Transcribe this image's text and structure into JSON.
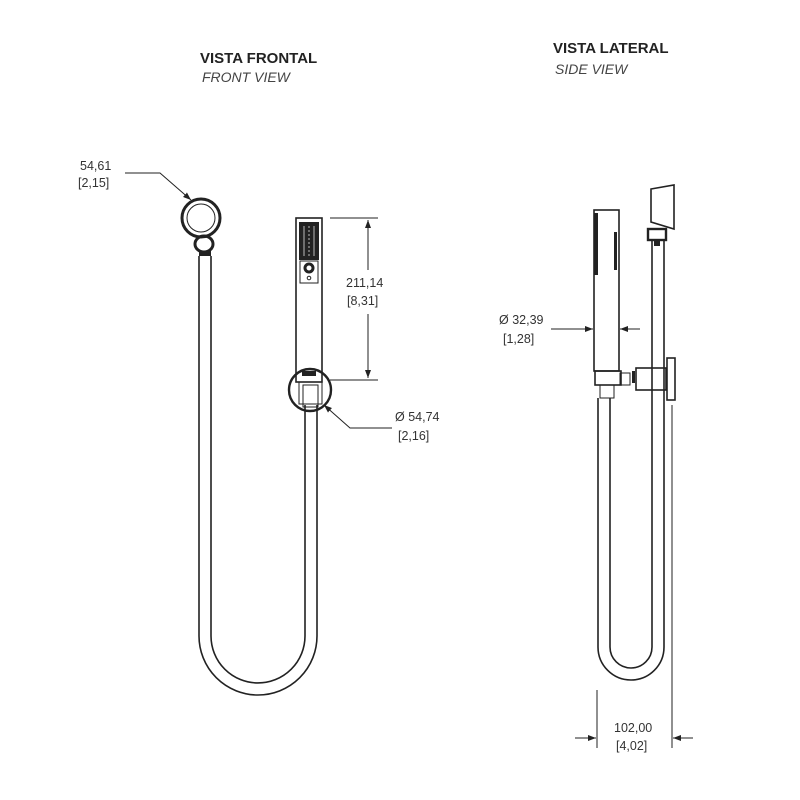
{
  "front": {
    "title": "VISTA FRONTAL",
    "subtitle": "FRONT VIEW",
    "ring_dim": {
      "mm": "54,61",
      "in": "[2,15]"
    },
    "length_dim": {
      "mm": "211,14",
      "in": "[8,31]"
    },
    "holder_dim": {
      "mm": "Ø 54,74",
      "in": "[2,16]"
    }
  },
  "side": {
    "title": "VISTA LATERAL",
    "subtitle": "SIDE VIEW",
    "diameter_dim": {
      "mm": "Ø 32,39",
      "in": "[1,28]"
    },
    "depth_dim": {
      "mm": "102,00",
      "in": "[4,02]"
    }
  },
  "colors": {
    "line": "#222222",
    "background": "#ffffff"
  }
}
